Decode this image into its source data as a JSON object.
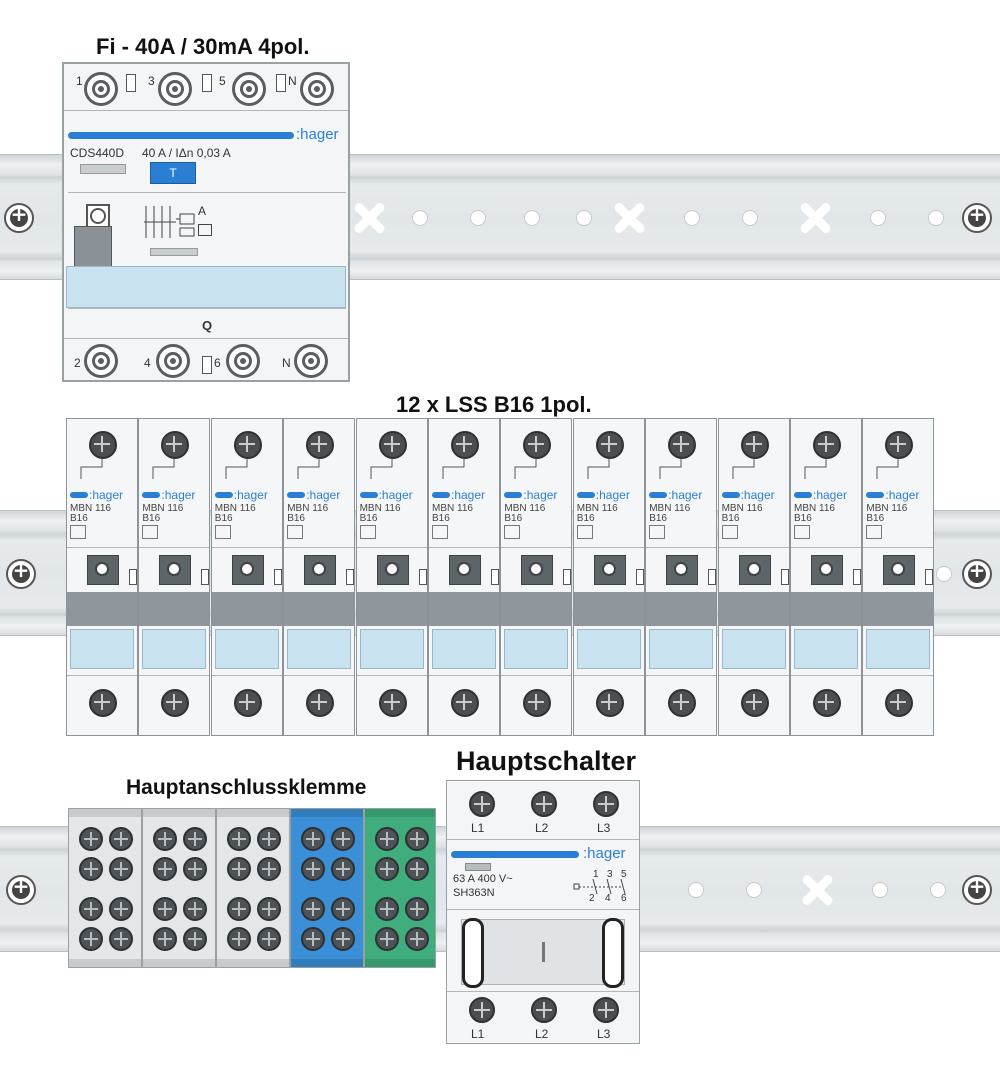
{
  "titles": {
    "rcd": "Fi - 40A / 30mA 4pol.",
    "mcb": "12 x LSS B16 1pol.",
    "terminal": "Hauptanschlussklemme",
    "main_switch": "Hauptschalter"
  },
  "rcd": {
    "brand": ":hager",
    "model": "CDS440D",
    "rating": "40 A / IΔn 0,03 A",
    "test_button": "T",
    "q_label": "Q",
    "top_terminals": [
      "1",
      "3",
      "5",
      "N"
    ],
    "bottom_terminals": [
      "2",
      "4",
      "6",
      "N"
    ],
    "diagram_label": "A"
  },
  "mcb": {
    "count": 12,
    "brand": ":hager",
    "model": "MBN 116",
    "rating": "B16"
  },
  "main_switch": {
    "brand": ":hager",
    "rating": "63 A 400 V~",
    "model": "SH363N",
    "top_labels": [
      "L1",
      "L2",
      "L3"
    ],
    "bottom_labels": [
      "L1",
      "L2",
      "L3"
    ],
    "diagram_top": [
      "1",
      "3",
      "5"
    ],
    "diagram_bottom": [
      "2",
      "4",
      "6"
    ]
  },
  "colors": {
    "hager_blue": "#2a7fd4",
    "terminal_grey": "#e3e7e9",
    "terminal_blue": "#3a8fd6",
    "terminal_green": "#3fae7c"
  }
}
